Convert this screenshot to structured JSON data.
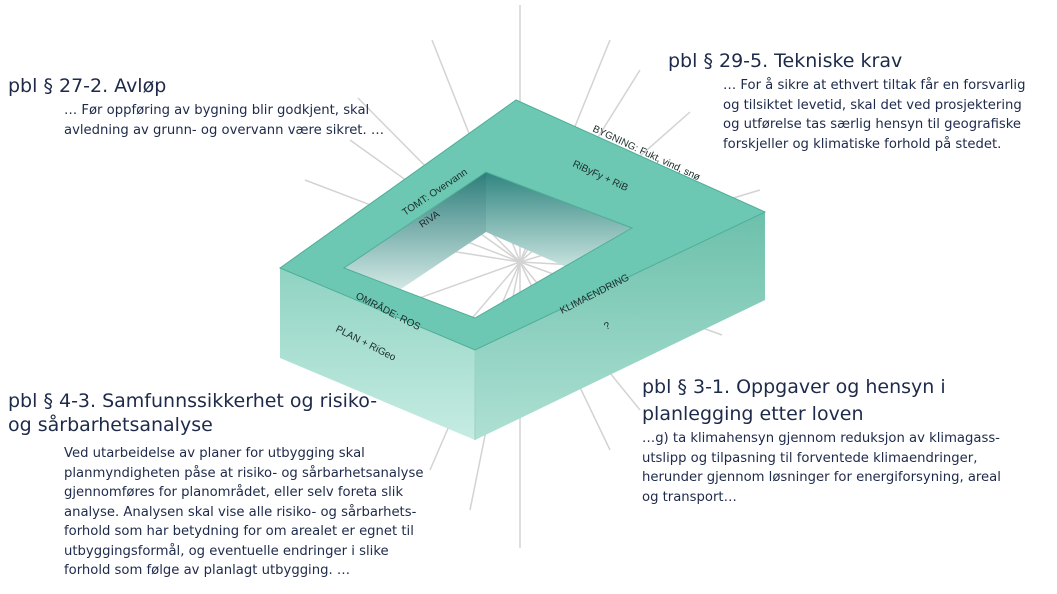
{
  "sections": {
    "avlop": {
      "title": "pbl § 27-2. Avløp",
      "lines": [
        "… Før oppføring av bygning blir godkjent, skal",
        "avledning av grunn- og overvann være sikret. …"
      ]
    },
    "tekniske_krav": {
      "title": "pbl § 29-5. Tekniske krav",
      "lines": [
        "… For å sikre at ethvert tiltak får en forsvarlig",
        "og tilsiktet levetid, skal det ved prosjektering",
        "og utførelse tas særlig hensyn til geografiske",
        "forskjeller og klimatiske forhold på stedet."
      ]
    },
    "samfunnssikkerhet": {
      "title_lines": [
        "pbl § 4-3. Samfunnssikkerhet  og risiko-",
        "og sårbarhetsanalyse"
      ],
      "lines": [
        "Ved utarbeidelse av planer for utbygging skal",
        "planmyndigheten påse at risiko- og sårbarhetsanalyse",
        "gjennomføres for planområdet, eller selv foreta slik",
        "analyse. Analysen skal vise alle risiko- og sårbarhets-",
        "forhold som har betydning for om arealet er egnet til",
        "utbyggingsformål, og eventuelle endringer i slike",
        "forhold som følge av planlagt utbygging. …"
      ]
    },
    "oppgaver": {
      "title_lines": [
        "pbl § 3-1. Oppgaver og hensyn i",
        "planlegging etter loven"
      ],
      "lines": [
        "…g) ta klimahensyn gjennom reduksjon av klimagass-",
        "utslipp og tilpasning til forventede klimaendringer,",
        "herunder gjennom løsninger for energiforsyning, areal",
        "og transport…"
      ]
    }
  },
  "frame": {
    "top_left_outer": "TOMT: Overvann",
    "top_left_inner": "RiVA",
    "top_right_outer": "BYGNING: Fukt, vind, snø",
    "top_right_inner": "RiByFy + RiB",
    "bottom_left_top": "OMRÅDE: ROS",
    "bottom_left_side": "PLAN + RiGeo",
    "bottom_right_top": "KLIMAENDRING",
    "bottom_right_side": "?"
  },
  "colors": {
    "frame_top": "#6cc8b2",
    "frame_side": "#7dcbb9",
    "frame_inner": "#2f8580",
    "rays": "#d3d3d3",
    "text": "#1e2a4a"
  }
}
